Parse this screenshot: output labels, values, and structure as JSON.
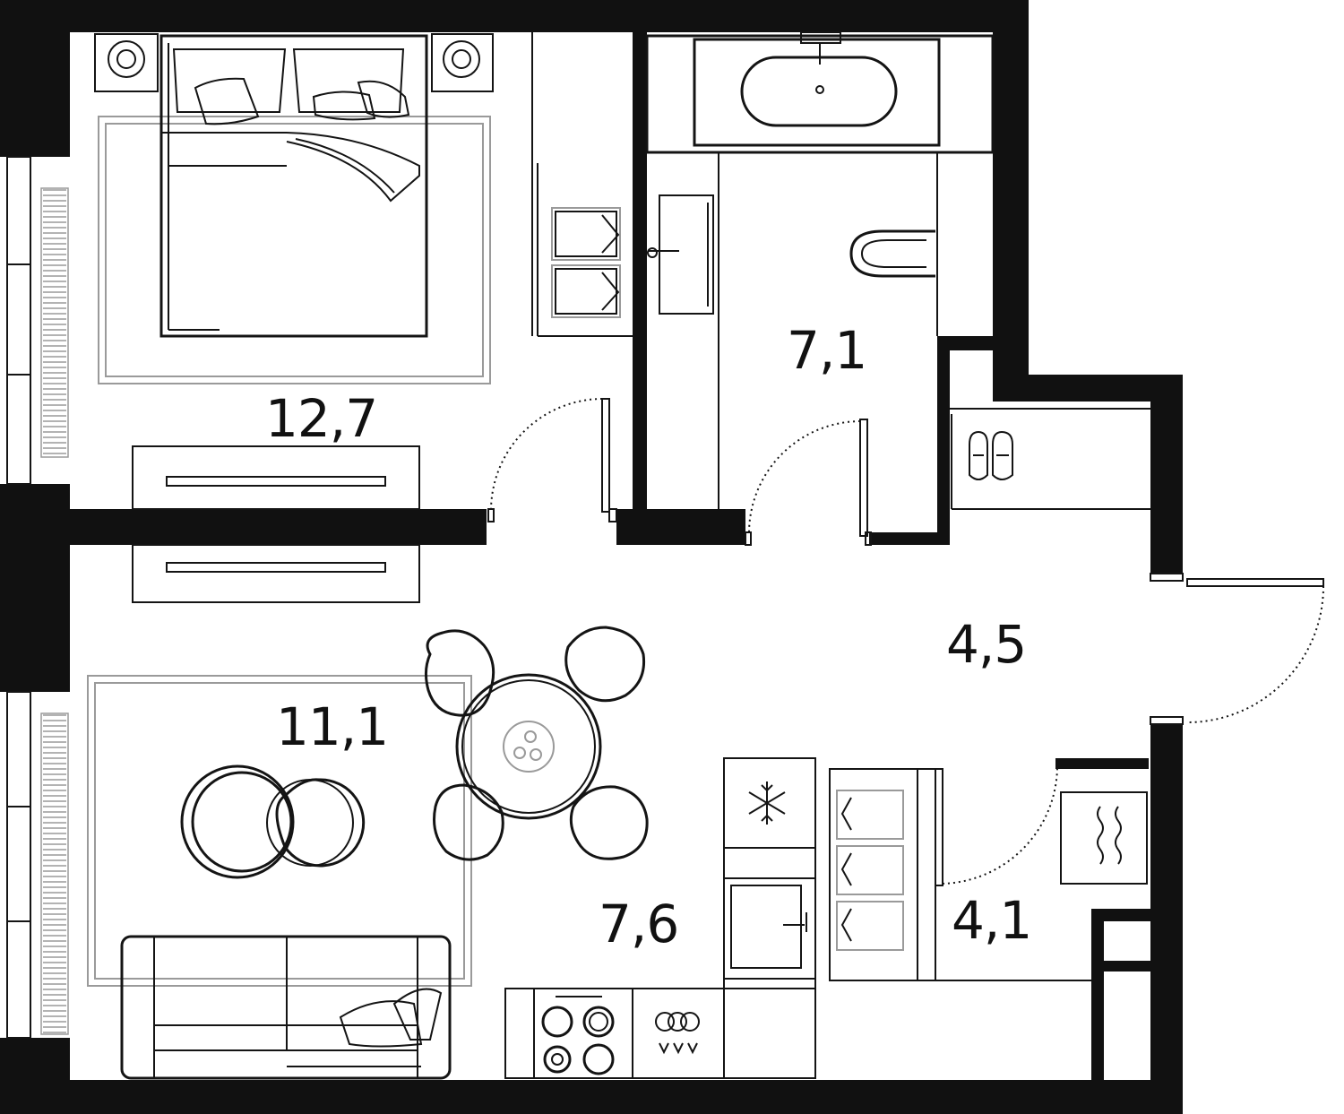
{
  "rooms": {
    "bedroom_area": "12,7",
    "bathroom_area": "7,1",
    "hall_area": "4,5",
    "living_area": "11,1",
    "kitchen_area": "7,6",
    "storage_area": "4,1"
  }
}
